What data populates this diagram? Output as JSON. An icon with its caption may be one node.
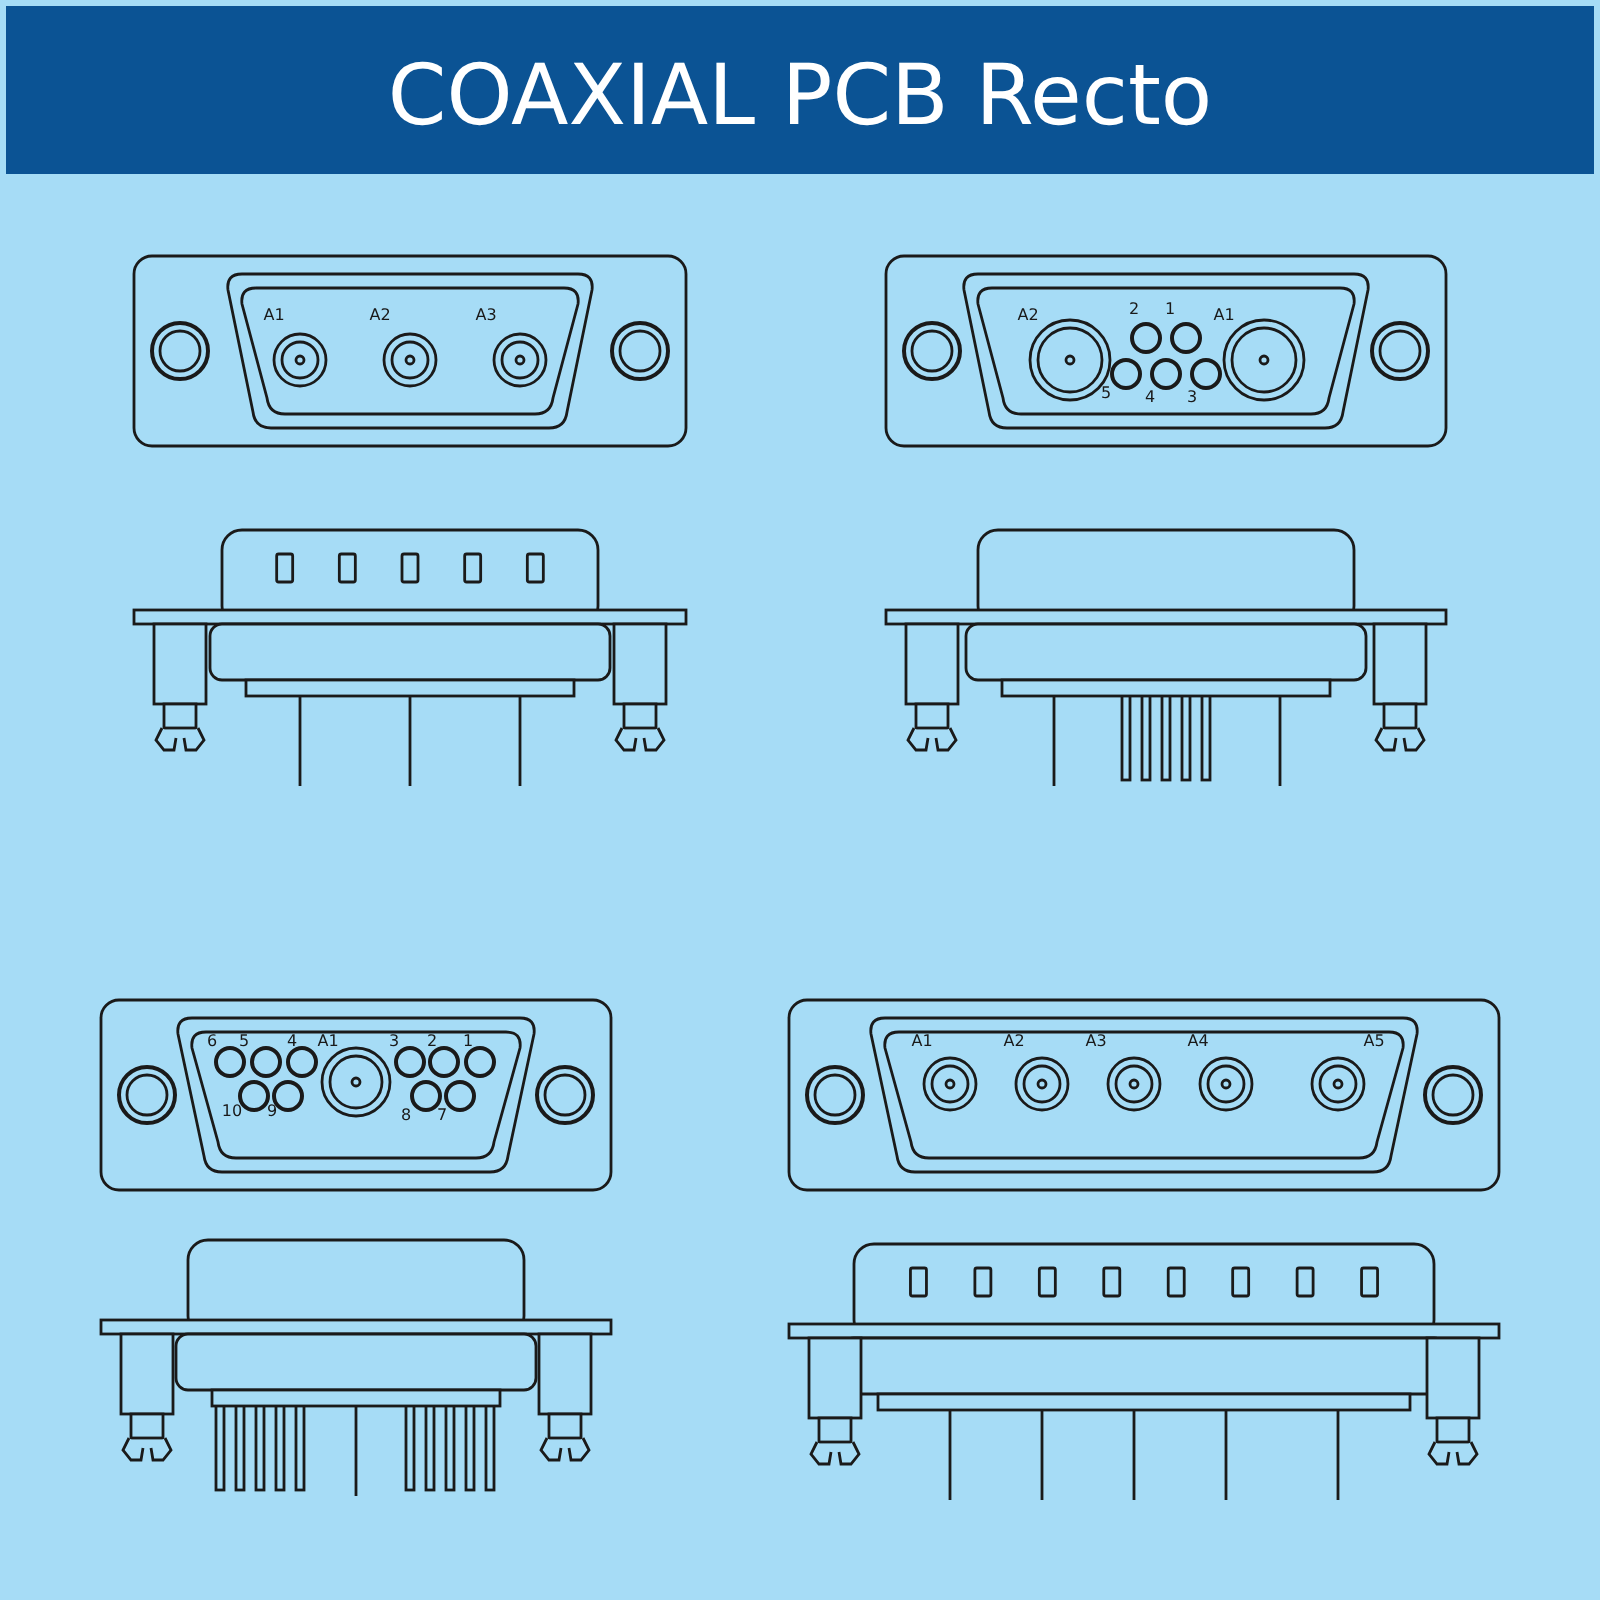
{
  "diagram": {
    "title": "COAXIAL PCB Recto",
    "labels": [
      "A1",
      "A2",
      "A3",
      "A2",
      "2",
      "1",
      "A1",
      "5",
      "4",
      "3",
      "6",
      "5",
      "4",
      "A1",
      "3",
      "2",
      "1",
      "10",
      "9",
      "8",
      "7",
      "A1",
      "A2",
      "A3",
      "A4",
      "A5"
    ]
  }
}
